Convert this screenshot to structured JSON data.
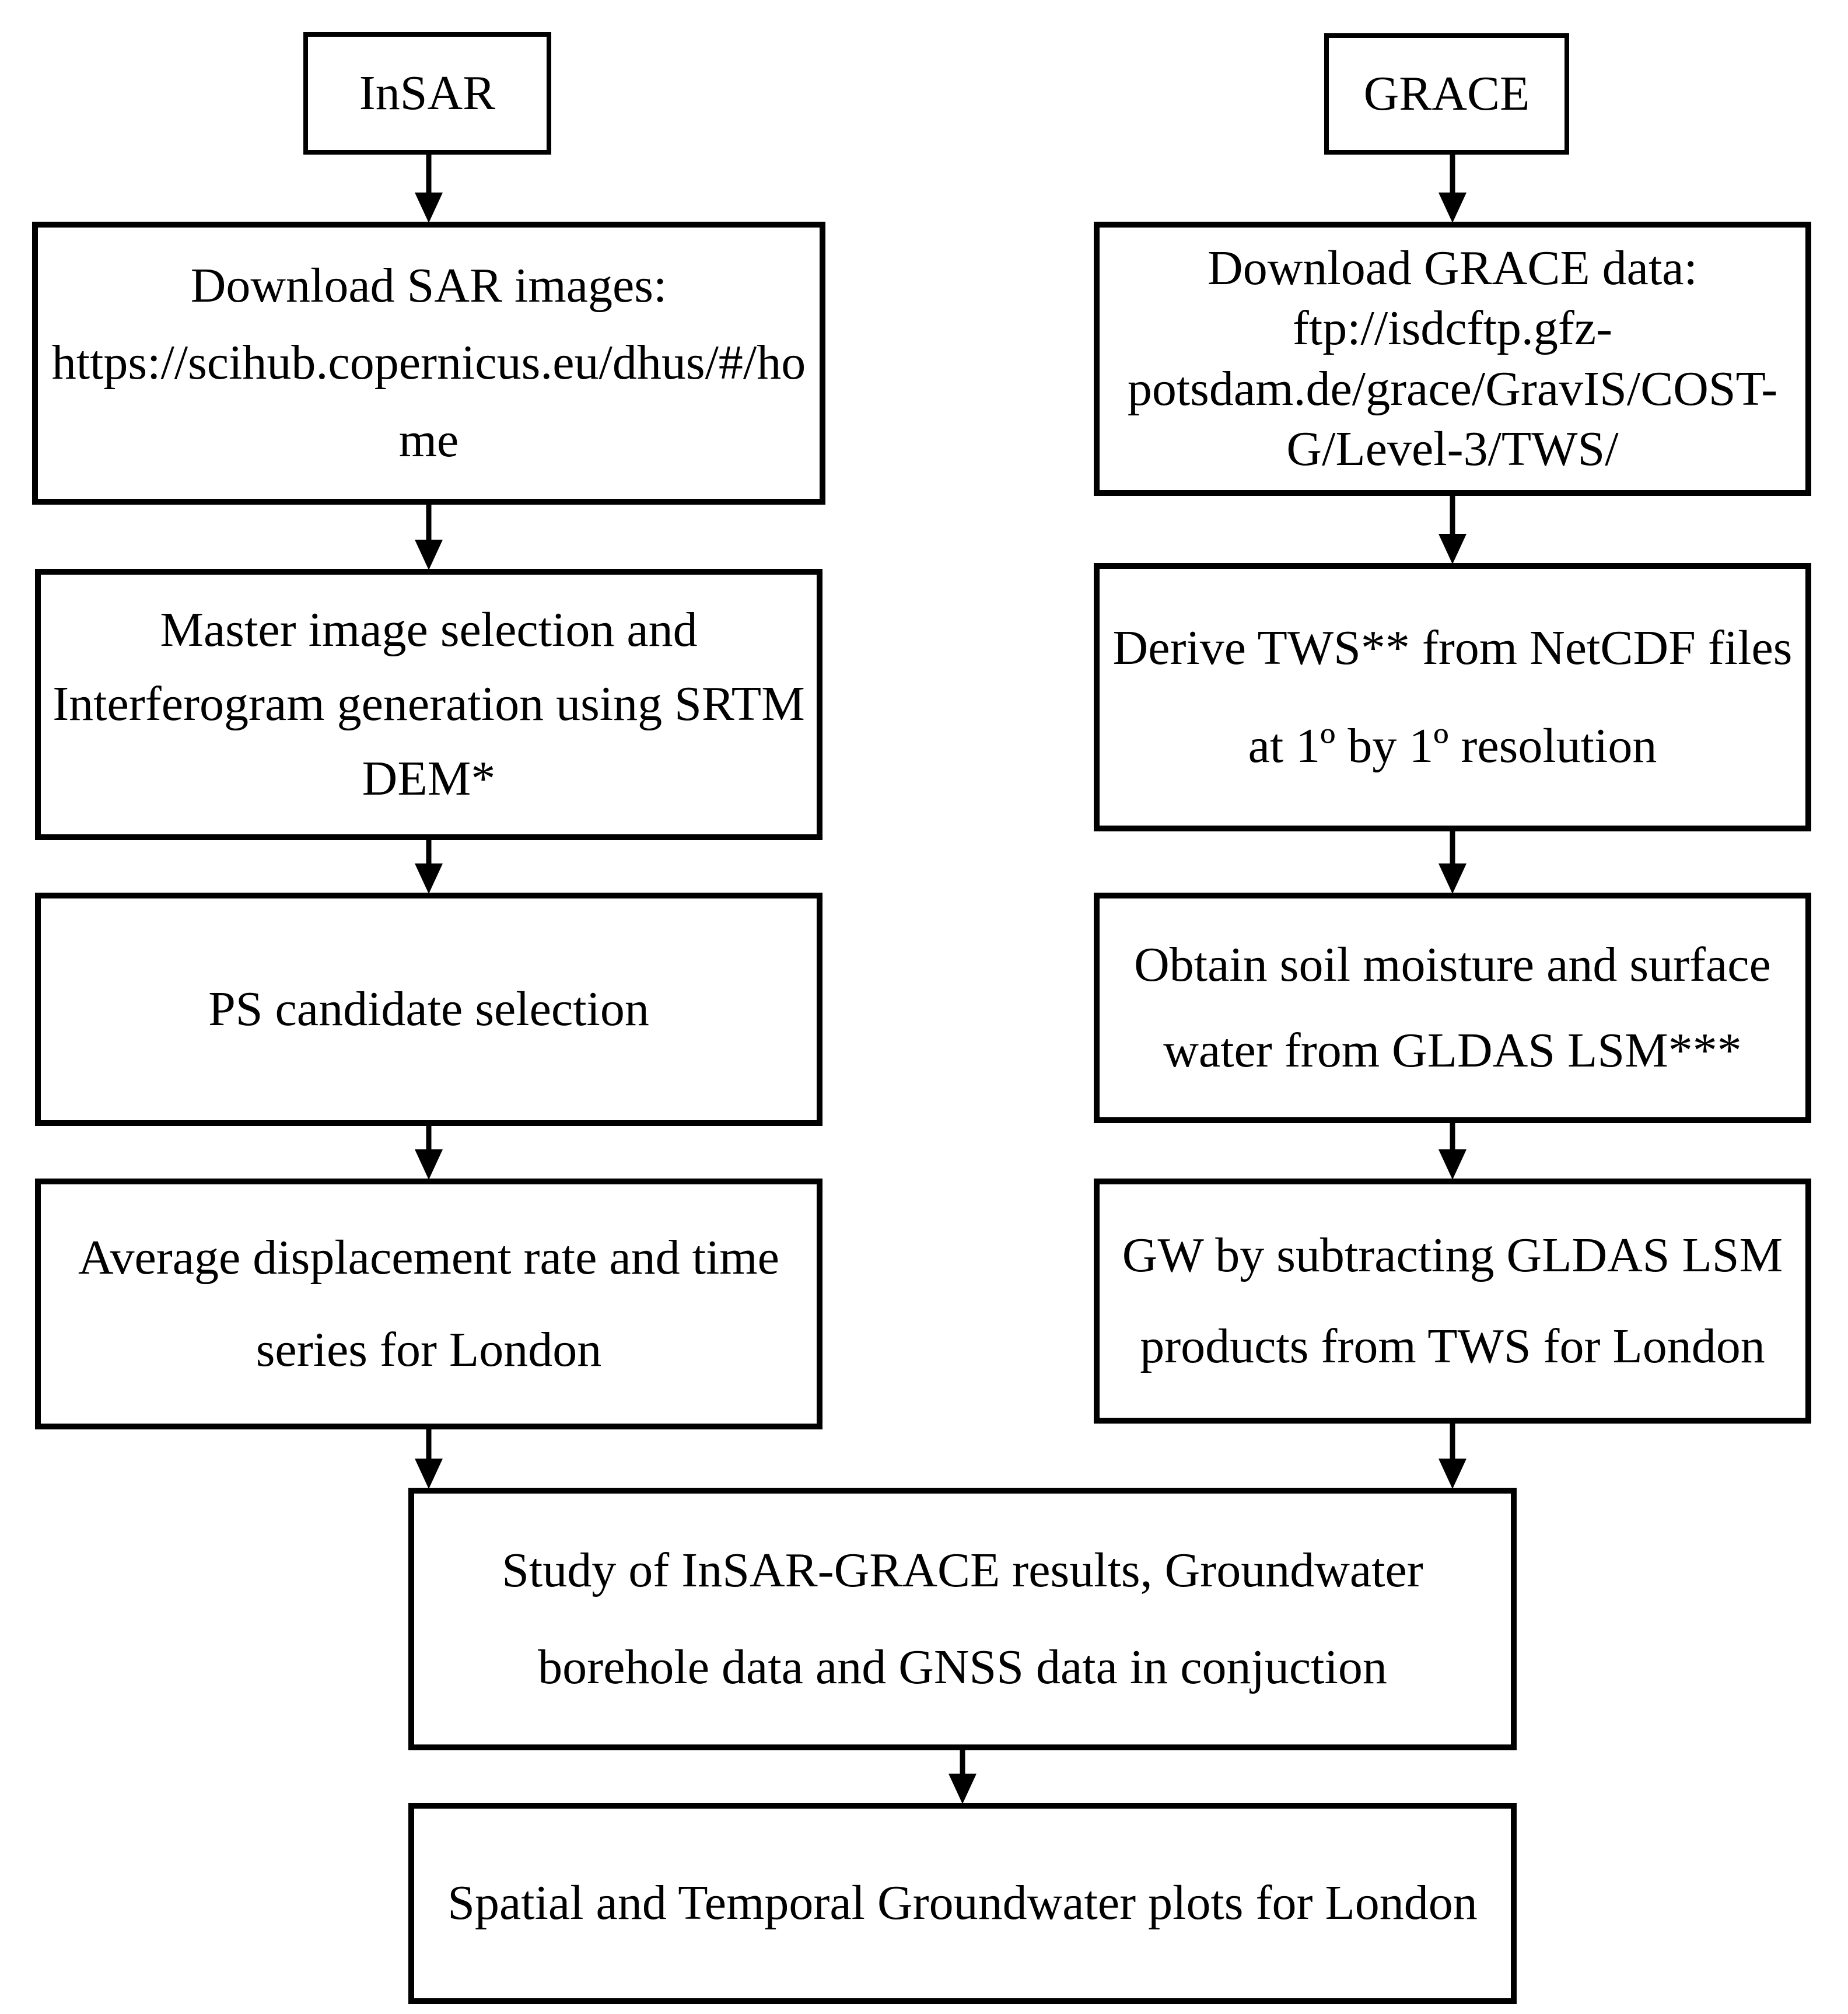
{
  "diagram": {
    "type": "flowchart",
    "colors": {
      "background": "#ffffff",
      "line": "#000000",
      "text": "#000000",
      "box_fill": "#ffffff"
    },
    "nodes": {
      "insar_header": {
        "label": "InSAR"
      },
      "grace_header": {
        "label": "GRACE"
      },
      "sar_download": {
        "lines": [
          "Download SAR images:",
          "https://scihub.copernicus.eu/dhus/#/ho",
          "me"
        ]
      },
      "grace_download": {
        "lines": [
          "Download GRACE data:",
          "ftp://isdcftp.gfz-",
          "potsdam.de/grace/GravIS/COST-",
          "G/Level-3/TWS/"
        ]
      },
      "master_selection": {
        "lines": [
          "Master image selection and",
          "Interferogram generation using SRTM",
          "DEM*"
        ]
      },
      "derive_tws": {
        "lines": [
          "Derive TWS** from NetCDF files",
          "at 1º by 1º resolution"
        ]
      },
      "ps_candidate": {
        "lines": [
          "PS candidate selection"
        ]
      },
      "soil_moisture": {
        "lines": [
          "Obtain soil moisture and surface",
          "water from GLDAS LSM***"
        ]
      },
      "avg_displacement": {
        "lines": [
          "Average displacement rate and time",
          "series for London"
        ]
      },
      "gw_subtract": {
        "lines": [
          "GW by subtracting GLDAS LSM",
          "products from TWS for London"
        ]
      },
      "study_conjunction": {
        "lines": [
          "Study of InSAR-GRACE results, Groundwater",
          "borehole data and GNSS data in conjuction"
        ]
      },
      "spatial_temporal": {
        "lines": [
          "Spatial and Temporal Groundwater plots for London"
        ]
      }
    },
    "edges": [
      {
        "from": "insar_header",
        "to": "sar_download"
      },
      {
        "from": "sar_download",
        "to": "master_selection"
      },
      {
        "from": "master_selection",
        "to": "ps_candidate"
      },
      {
        "from": "ps_candidate",
        "to": "avg_displacement"
      },
      {
        "from": "avg_displacement",
        "to": "study_conjunction"
      },
      {
        "from": "grace_header",
        "to": "grace_download"
      },
      {
        "from": "grace_download",
        "to": "derive_tws"
      },
      {
        "from": "derive_tws",
        "to": "soil_moisture"
      },
      {
        "from": "soil_moisture",
        "to": "gw_subtract"
      },
      {
        "from": "gw_subtract",
        "to": "study_conjunction"
      },
      {
        "from": "study_conjunction",
        "to": "spatial_temporal"
      }
    ]
  }
}
